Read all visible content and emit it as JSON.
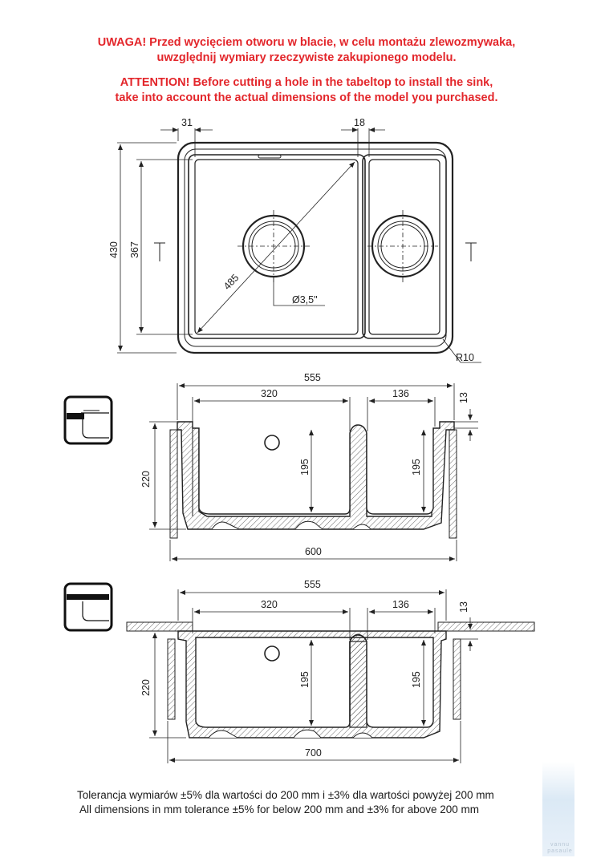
{
  "warning_pl": {
    "line1": "UWAGA! Przed wycięciem otworu w blacie, w celu montażu zlewozmywaka,",
    "line2": "uwzględnij wymiary rzeczywiste zakupionego modelu."
  },
  "warning_en": {
    "line1": "ATTENTION! Before cutting a hole in the tabeltop to install the sink,",
    "line2": "take into account the actual dimensions of the model you purchased."
  },
  "top_view": {
    "dim_rim_left": "31",
    "dim_divider": "18",
    "dim_height_outer": "430",
    "dim_height_inner": "367",
    "dim_diagonal": "485",
    "dim_drain": "Ø3,5\"",
    "dim_radius": "R10"
  },
  "section_1": {
    "dim_width": "555",
    "dim_big_bowl": "320",
    "dim_small_bowl": "136",
    "dim_rim": "13",
    "dim_height": "220",
    "dim_big_depth": "195",
    "dim_small_depth": "195",
    "dim_cabinet": "600"
  },
  "section_2": {
    "dim_width": "555",
    "dim_big_bowl": "320",
    "dim_small_bowl": "136",
    "dim_rim": "13",
    "dim_height": "220",
    "dim_big_depth": "195",
    "dim_small_depth": "195",
    "dim_cabinet": "700"
  },
  "tolerance": {
    "pl": "Tolerancja wymiarów ±5% dla wartości do 200 mm i ±3% dla wartości powyżej 200 mm",
    "en": "All dimensions in mm tolerance ±5% for below 200 mm and ±3% for above 200 mm"
  },
  "watermark": {
    "line1": "vannu",
    "line2": "pasaule"
  },
  "colors": {
    "warning": "#e3262b",
    "line": "#222222"
  }
}
